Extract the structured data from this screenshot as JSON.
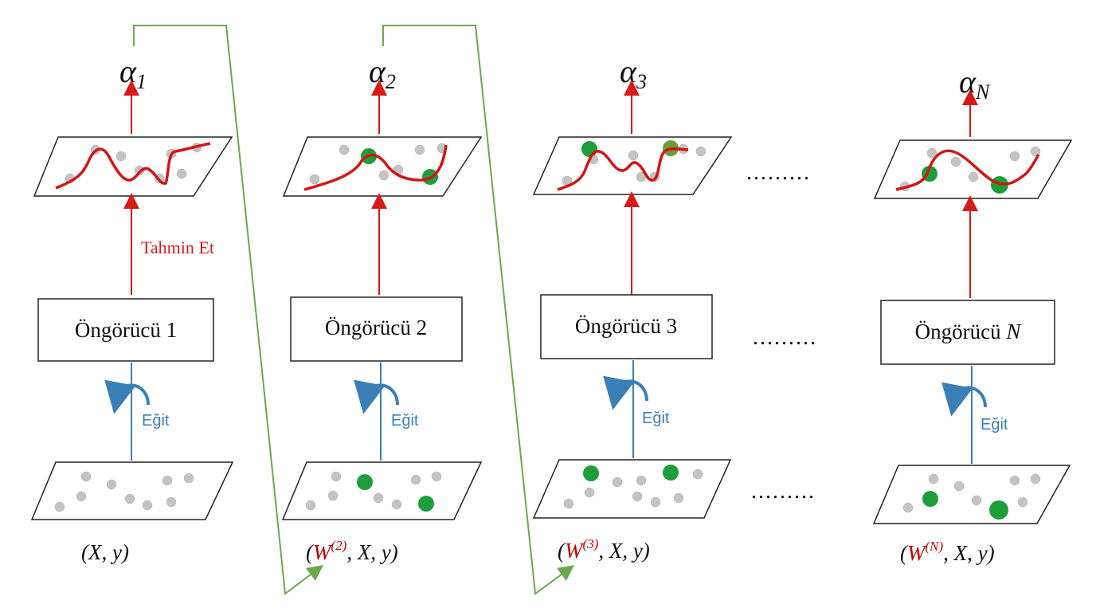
{
  "diagram": {
    "stages": [
      {
        "model_label": "Öngörücü 1",
        "alpha": {
          "base": "α",
          "sub": "1"
        },
        "input": {
          "weight": "",
          "weight_sup": "",
          "rest": "(X, y)"
        },
        "predict_label": "Tahmin Et",
        "train_label": "Eğit"
      },
      {
        "model_label": "Öngörücü 2",
        "alpha": {
          "base": "α",
          "sub": "2"
        },
        "input": {
          "open": "(",
          "weight": "W",
          "weight_sup": "(2)",
          "rest": ",  X, y)"
        },
        "predict_label": "",
        "train_label": "Eğit"
      },
      {
        "model_label": "Öngörücü 3",
        "alpha": {
          "base": "α",
          "sub": "3"
        },
        "input": {
          "open": "(",
          "weight": "W",
          "weight_sup": "(3)",
          "rest": ",  X, y)"
        },
        "predict_label": "",
        "train_label": "Eğit"
      },
      {
        "model_label_prefix": "Öngörücü ",
        "model_label_var": "N",
        "alpha": {
          "base": "α",
          "sub": "N"
        },
        "input": {
          "open": "(",
          "weight": "W",
          "weight_sup": "(N)",
          "rest": ",  X, y)"
        },
        "predict_label": "",
        "train_label": "Eğit"
      }
    ],
    "ellipsis": ".........",
    "colors": {
      "predict_arrow": "#d61a1a",
      "train_line": "#3b7fb8",
      "curve": "#d41515",
      "feedback_line": "#6aa84f",
      "weighted_point": "#1e9e3a",
      "point": "#c4c4c4",
      "weight_symbol": "#c00000"
    }
  }
}
